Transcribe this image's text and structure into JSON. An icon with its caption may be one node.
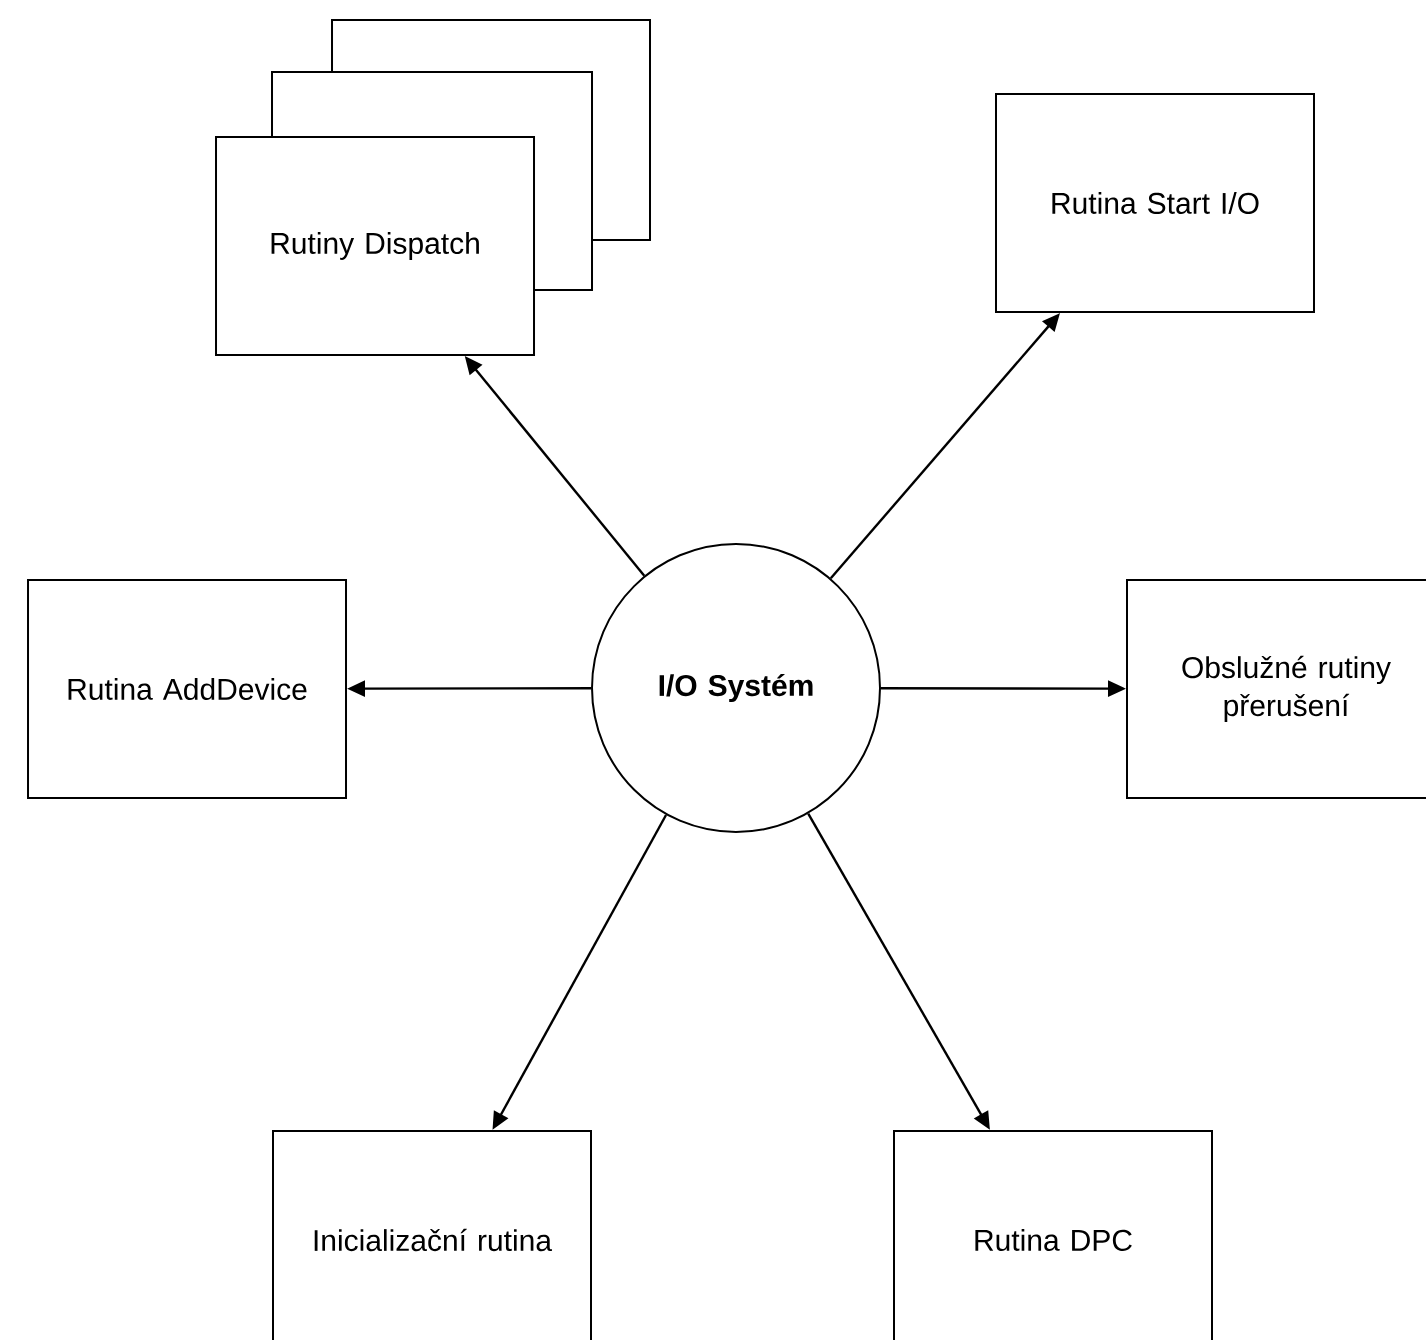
{
  "diagram": {
    "nodes": [
      {
        "text": [
          "I/O Systém"
        ]
      },
      {
        "text": [
          "Rutiny Dispatch"
        ]
      },
      {
        "text": [
          "Rutina Start I/O"
        ]
      },
      {
        "text": [
          "Rutina AddDevice"
        ]
      },
      {
        "text": [
          "Obslužné rutiny přerušení"
        ]
      },
      {
        "text": [
          "Inicializační rutina"
        ]
      },
      {
        "text": [
          "Rutina DPC"
        ]
      }
    ],
    "edges": [
      {
        "from": 0,
        "to": 1,
        "arrow": "to"
      },
      {
        "from": 0,
        "to": 2,
        "arrow": "to"
      },
      {
        "from": 0,
        "to": 3,
        "arrow": "to"
      },
      {
        "from": 0,
        "to": 4,
        "arrow": "to"
      },
      {
        "from": 0,
        "to": 5,
        "arrow": "to"
      },
      {
        "from": 0,
        "to": 6,
        "arrow": "to"
      }
    ]
  }
}
